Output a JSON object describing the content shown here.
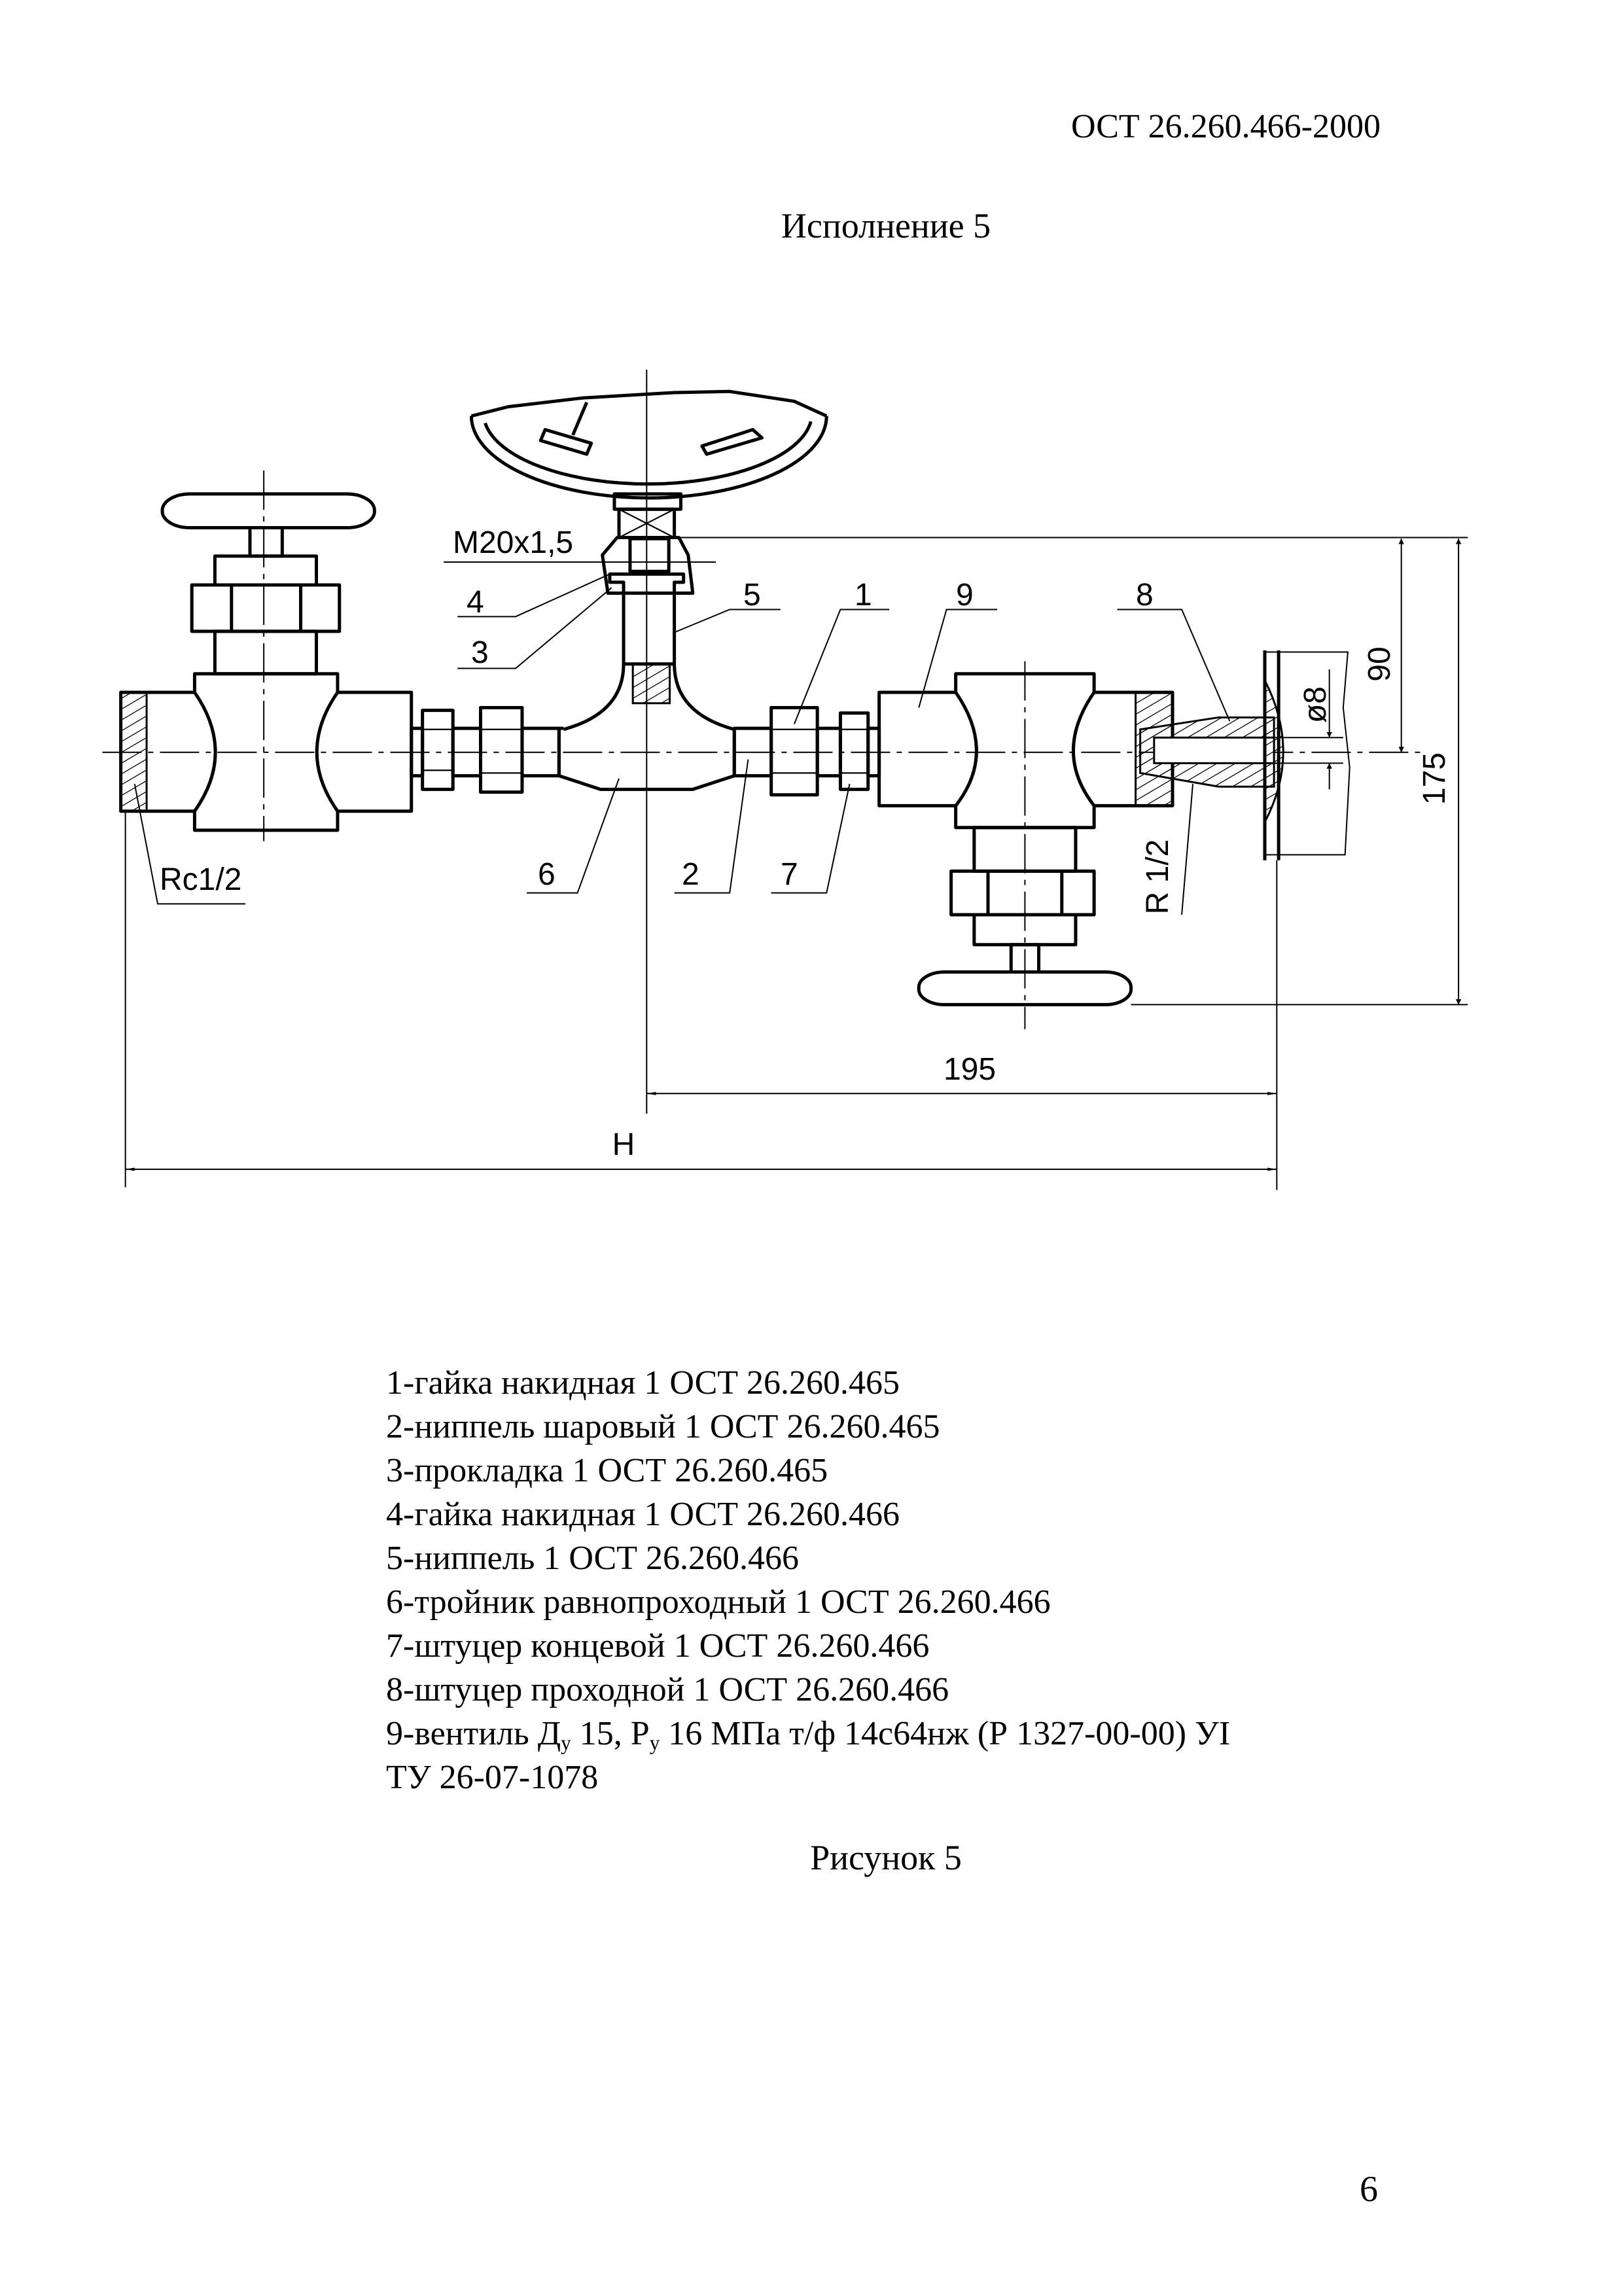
{
  "header": {
    "doc_code": "ОСТ 26.260.466-2000",
    "variant": "Исполнение 5"
  },
  "drawing": {
    "thread_label": "M20x1,5",
    "callouts": [
      "1",
      "2",
      "3",
      "4",
      "5",
      "6",
      "7",
      "8",
      "9"
    ],
    "rc_label": "Rc1/2",
    "r_label": "R 1/2",
    "dim_90": "90",
    "dim_175": "175",
    "dim_195": "195",
    "dim_diam": "ø8",
    "dim_H": "H"
  },
  "legend": [
    {
      "text": "1-гайка накидная 1 ОСТ 26.260.465"
    },
    {
      "text": "2-ниппель шаровый 1 ОСТ 26.260.465"
    },
    {
      "text": "3-прокладка  1 ОСТ 26.260.465"
    },
    {
      "text": "4-гайка накидная  1 ОСТ 26.260.466"
    },
    {
      "text": "5-ниппель  1 ОСТ 26.260.466"
    },
    {
      "text": "6-тройник равнопроходный  1 ОСТ 26.260.466"
    },
    {
      "text": "7-штуцер концевой  1 ОСТ 26.260.466"
    },
    {
      "text": "8-штуцер проходной  1 ОСТ 26.260.466"
    },
    {
      "p1": "9-вентиль Д",
      "s1": "у",
      "p2": " 15, Р",
      "s2": "у",
      "p3": " 16 МПа т/ф 14с64нж (Р 1327-00-00) УI"
    },
    {
      "text": "ТУ 26-07-1078"
    }
  ],
  "figure_caption": "Рисунок 5",
  "page_number": "6"
}
